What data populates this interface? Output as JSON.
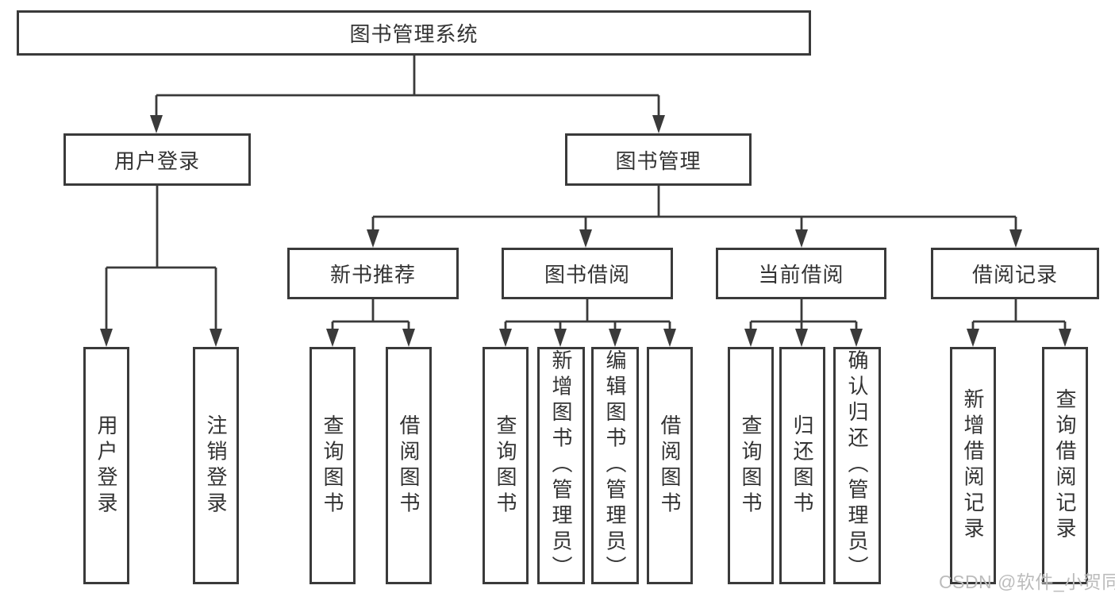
{
  "diagram": {
    "root": {
      "label": "图书管理系统"
    },
    "level2": [
      {
        "label": "用户登录",
        "children": [
          "用户登录",
          "注销登录"
        ]
      },
      {
        "label": "图书管理"
      }
    ],
    "level3": [
      {
        "label": "新书推荐",
        "children": [
          "查询图书",
          "借阅图书"
        ]
      },
      {
        "label": "图书借阅",
        "children": [
          "查询图书",
          "新增图书（管理员）",
          "编辑图书（管理员）",
          "借阅图书"
        ]
      },
      {
        "label": "当前借阅",
        "children": [
          "查询图书",
          "归还图书",
          "确认归还（管理员）"
        ]
      },
      {
        "label": "借阅记录",
        "children": [
          "新增借阅记录",
          "查询借阅记录"
        ]
      }
    ],
    "watermark": "CSDN @软件_小贺同学",
    "colors": {
      "line": "#3a3a3a",
      "text": "#333333",
      "watermark": "#bcbcbc",
      "background": "#ffffff"
    }
  }
}
